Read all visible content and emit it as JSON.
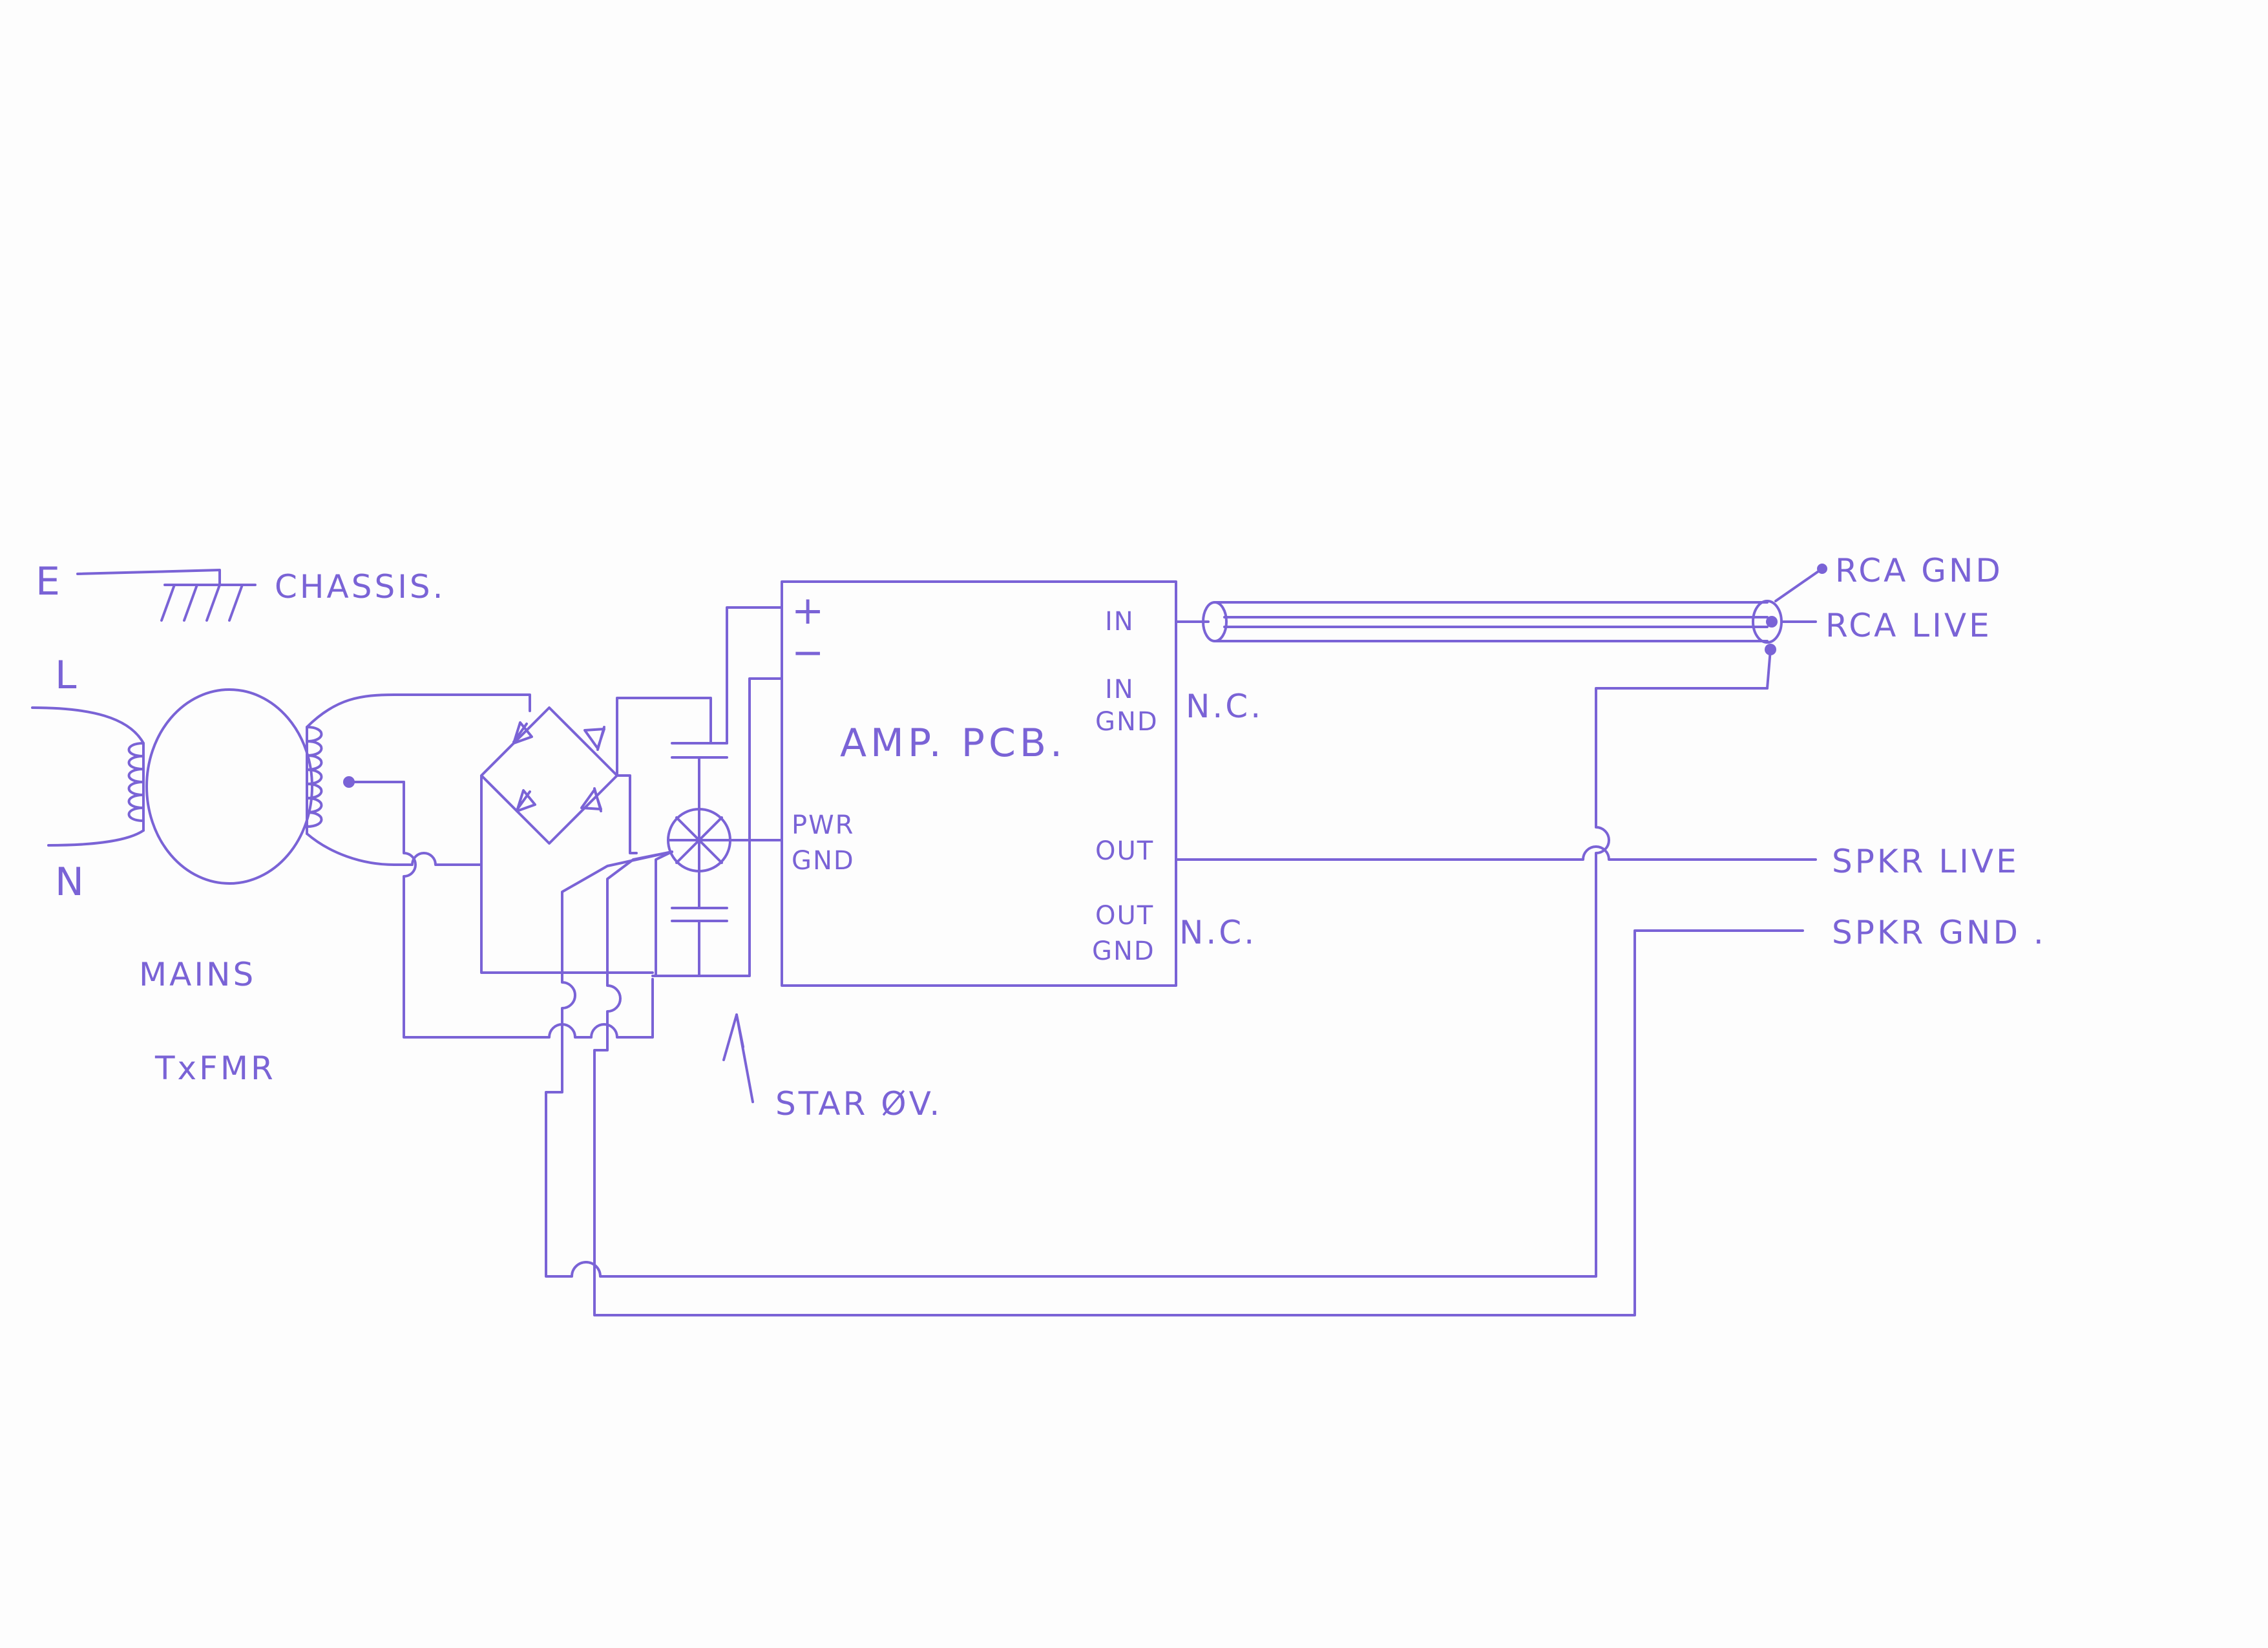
{
  "ink_color": "#7a63d6",
  "paper_color": "#fdfdfd",
  "labels": {
    "earth": "E",
    "chassis": "CHASSIS.",
    "live": "L",
    "neutral": "N",
    "mains_line1": "MAINS",
    "mains_line2": "TxFMR",
    "plus": "+",
    "minus": "−",
    "amp_pcb": "AMP. PCB.",
    "in": "IN",
    "in_gnd_line1": "IN",
    "in_gnd_line2": "GND",
    "nc_in": "N.C.",
    "pwr_gnd_line1": "PWR",
    "pwr_gnd_line2": "GND",
    "out": "OUT",
    "out_gnd_line1": "OUT",
    "out_gnd_line2": "GND",
    "nc_out": "N.C.",
    "star": "STAR ØV.",
    "rca_gnd": "RCA GND",
    "rca_live": "RCA LIVE",
    "spkr_live": "SPKR LIVE",
    "spkr_gnd": "SPKR GND ."
  },
  "icons": {
    "transformer": "transformer-icon",
    "bridge_rectifier": "bridge-rectifier-icon",
    "capacitor": "capacitor-icon",
    "star_ground": "star-ground-icon",
    "chassis_ground": "chassis-ground-icon",
    "rca_jack": "rca-jack-icon"
  }
}
